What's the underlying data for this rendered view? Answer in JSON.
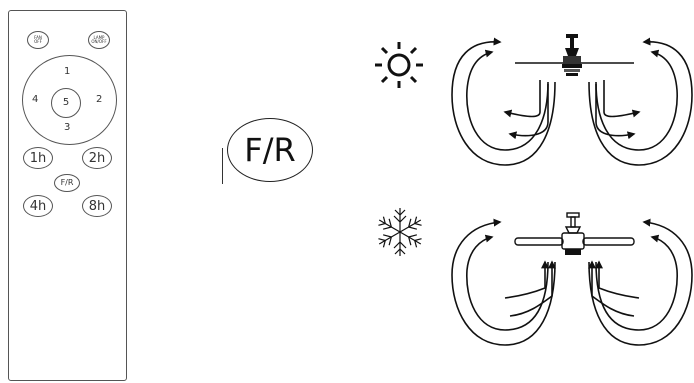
{
  "remote": {
    "fan_off_label": "FAN\nOFF",
    "lamp_label": "LAMP\nON/OFF",
    "dpad": {
      "top": "1",
      "left": "4",
      "center": "5",
      "right": "2",
      "bottom": "3"
    },
    "timer_1h": "1h",
    "timer_2h": "2h",
    "fr_label": "F/R",
    "timer_4h": "4h",
    "timer_8h": "8h"
  },
  "fr_button": {
    "label": "F/R"
  },
  "modes": [
    {
      "icon": "sun-icon",
      "direction": "summer"
    },
    {
      "icon": "snowflake-icon",
      "direction": "winter"
    }
  ]
}
